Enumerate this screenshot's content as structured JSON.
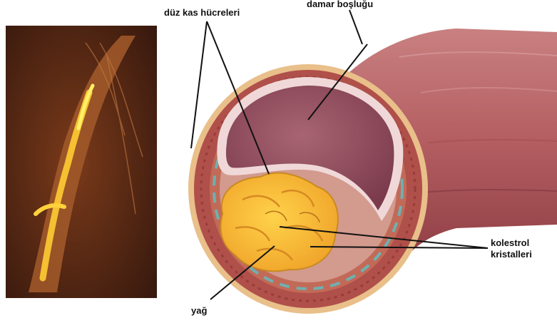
{
  "labels": {
    "smooth_muscle": "düz kas hücreleri",
    "lumen": "damar boşluğu",
    "cholesterol_line1": "kolestrol",
    "cholesterol_line2": "kristalleri",
    "fat": "yağ"
  }
}
